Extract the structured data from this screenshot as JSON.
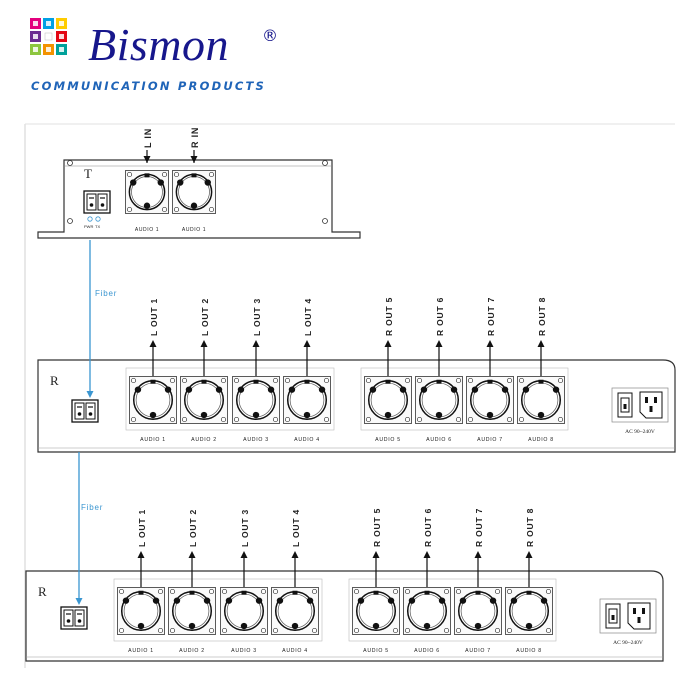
{
  "header": {
    "brand": "Bismon",
    "registered": "®",
    "tagline": "COMMUNICATION PRODUCTS",
    "logo_colors": [
      "#e3007e",
      "#00a0e4",
      "#ffcc00",
      "#6a2c91",
      "#e30613",
      "#8dc63f",
      "#f39200",
      "#00a19a"
    ]
  },
  "transmitter": {
    "label": "T",
    "inputs": [
      "L IN",
      "R IN"
    ],
    "audio_labels": [
      "AUDIO 1",
      "AUDIO 1"
    ],
    "led_labels": [
      "PWR",
      "TX"
    ]
  },
  "fiber_label": "Fiber",
  "receivers": [
    {
      "label": "R",
      "outputs": [
        "L OUT 1",
        "L OUT 2",
        "L OUT 3",
        "L OUT 4",
        "R OUT 5",
        "R OUT 6",
        "R OUT 7",
        "R OUT 8"
      ],
      "audio_labels": [
        "AUDIO 1",
        "AUDIO 2",
        "AUDIO 3",
        "AUDIO 4",
        "AUDIO 5",
        "AUDIO 6",
        "AUDIO 7",
        "AUDIO 8"
      ],
      "power_label": "AC 90~240V"
    },
    {
      "label": "R",
      "outputs": [
        "L OUT 1",
        "L OUT 2",
        "L OUT 3",
        "L OUT 4",
        "R OUT 5",
        "R OUT 6",
        "R OUT 7",
        "R OUT 8"
      ],
      "audio_labels": [
        "AUDIO 1",
        "AUDIO 2",
        "AUDIO 3",
        "AUDIO 4",
        "AUDIO 5",
        "AUDIO 6",
        "AUDIO 7",
        "AUDIO 8"
      ],
      "power_label": "AC 90~240V"
    }
  ],
  "colors": {
    "fiber": "#3a96d1",
    "brand": "#17178c",
    "tagline": "#1f64b8",
    "line": "#333333"
  }
}
